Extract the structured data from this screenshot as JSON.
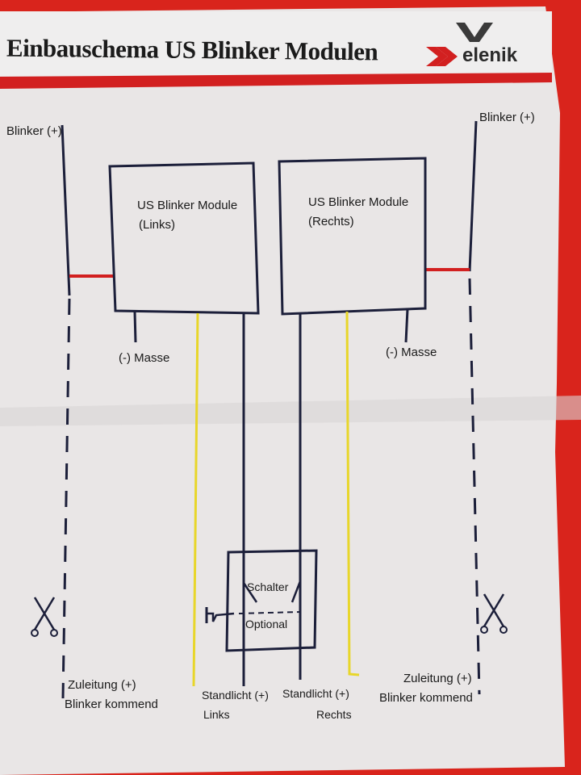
{
  "header": {
    "title": "Einbauschema US Blinker Modulen",
    "logo_text": "elenik"
  },
  "modules": {
    "left": {
      "line1": "US Blinker Module",
      "line2": "(Links)"
    },
    "right": {
      "line1": "US Blinker Module",
      "line2": "(Rechts)"
    }
  },
  "labels": {
    "blinker_left": "Blinker (+)",
    "blinker_right": "Blinker (+)",
    "masse_left": "(-) Masse",
    "masse_right": "(-) Masse",
    "switch_title": "Schalter",
    "switch_optional": "Optional",
    "zuleitung_left_1": "Zuleitung (+)",
    "zuleitung_left_2": "Blinker kommend",
    "zuleitung_right_1": "Zuleitung (+)",
    "zuleitung_right_2": "Blinker kommend",
    "standlicht_left_1": "Standlicht (+)",
    "standlicht_left_2": "Links",
    "standlicht_right_1": "Standlicht (+)",
    "standlicht_right_2": "Rechts"
  },
  "colors": {
    "frame_red": "#d9241c",
    "wire_black": "#1c1f3a",
    "wire_yellow": "#e8d62a",
    "wire_red": "#d22020",
    "paper": "#e9e6e6"
  },
  "icons": [
    "scissors-icon",
    "ground-icon",
    "logo-x-icon"
  ]
}
